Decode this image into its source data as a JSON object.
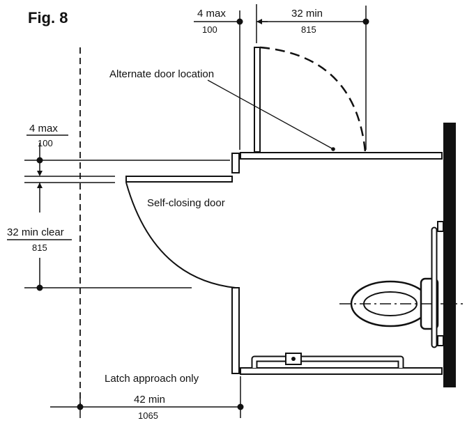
{
  "figure": {
    "title": "Fig. 8"
  },
  "dimensions": {
    "top_left": {
      "imperial": "4 max",
      "metric": "100"
    },
    "top_right": {
      "imperial": "32 min",
      "metric": "815"
    },
    "left_upper": {
      "imperial": "4 max",
      "metric": "100"
    },
    "left_lower": {
      "imperial": "32 min clear",
      "metric": "815"
    },
    "bottom": {
      "imperial": "42 min",
      "metric": "1065"
    }
  },
  "labels": {
    "alternate_door": "Alternate door location",
    "self_closing_door": "Self-closing door",
    "latch_approach": "Latch approach only"
  },
  "colors": {
    "ink": "#111111",
    "wall": "#111111",
    "paper": "#ffffff"
  }
}
